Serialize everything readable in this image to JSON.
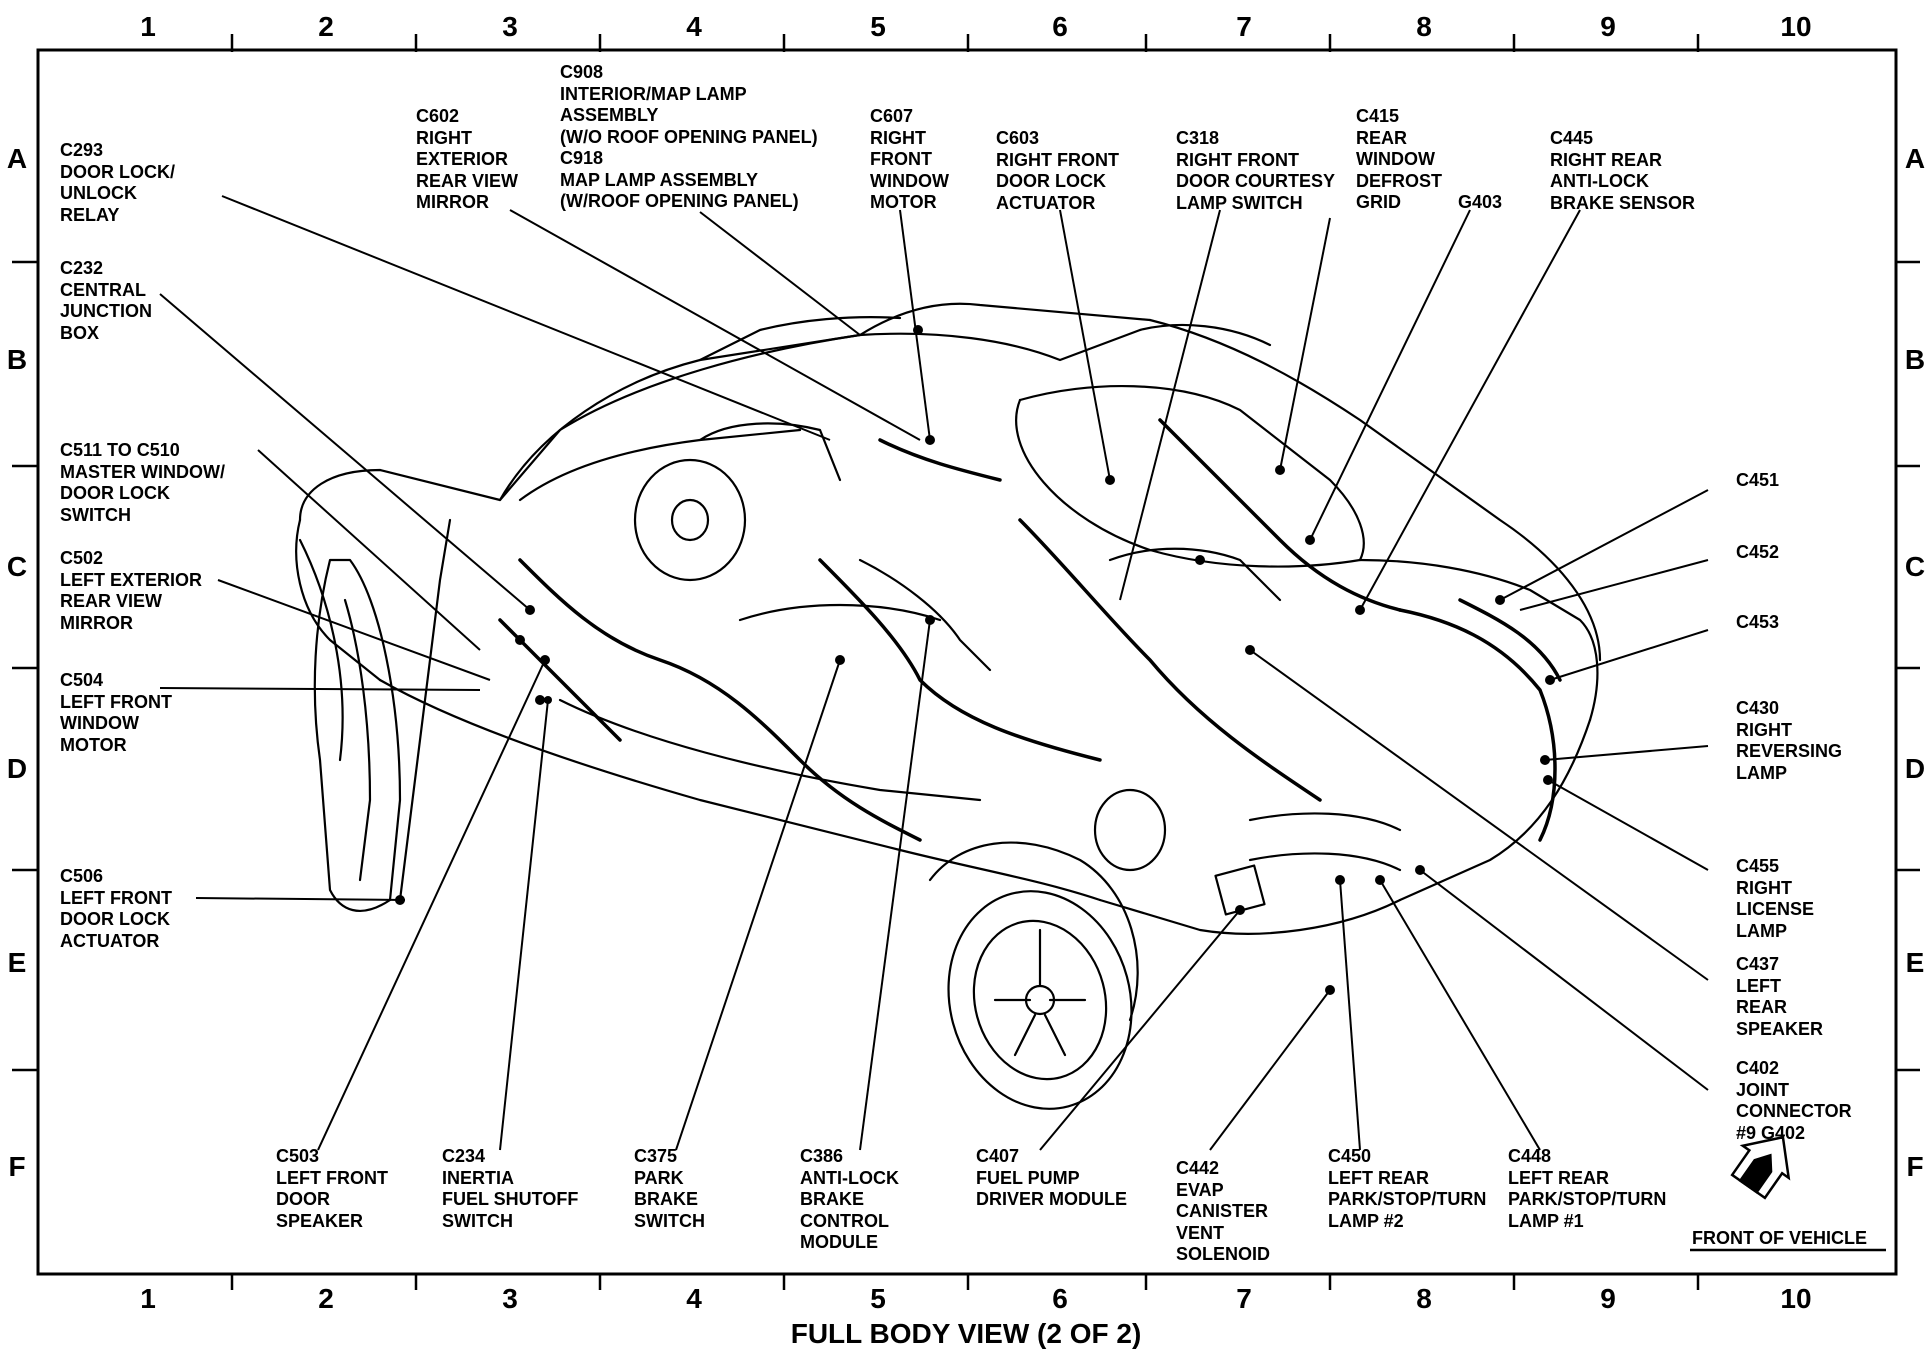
{
  "diagram": {
    "caption": "FULL BODY VIEW (2 OF 2)",
    "front_label": "FRONT OF VEHICLE",
    "column_numbers": [
      "1",
      "2",
      "3",
      "4",
      "5",
      "6",
      "7",
      "8",
      "9",
      "10"
    ],
    "row_letters": [
      "A",
      "B",
      "C",
      "D",
      "E",
      "F"
    ],
    "labels": {
      "c293": "C293\nDOOR LOCK/\nUNLOCK\nRELAY",
      "c232": "C232\nCENTRAL\nJUNCTION\nBOX",
      "c511": "C511 TO C510\nMASTER WINDOW/\nDOOR LOCK\nSWITCH",
      "c502": "C502\nLEFT EXTERIOR\nREAR VIEW\nMIRROR",
      "c504": "C504\nLEFT FRONT\nWINDOW\nMOTOR",
      "c506": "C506\nLEFT FRONT\nDOOR LOCK\nACTUATOR",
      "c602": "C602\nRIGHT\nEXTERIOR\nREAR VIEW\nMIRROR",
      "c908": "C908\nINTERIOR/MAP LAMP\nASSEMBLY\n(W/O ROOF OPENING PANEL)\nC918\nMAP LAMP ASSEMBLY\n(W/ROOF OPENING PANEL)",
      "c607": "C607\nRIGHT\nFRONT\nWINDOW\nMOTOR",
      "c603": "C603\nRIGHT FRONT\nDOOR LOCK\nACTUATOR",
      "c318": "C318\nRIGHT FRONT\nDOOR COURTESY\nLAMP SWITCH",
      "c415": "C415\nREAR\nWINDOW\nDEFROST\nGRID",
      "g403": "G403",
      "c445": "C445\nRIGHT REAR\nANTI-LOCK\nBRAKE SENSOR",
      "c451": "C451",
      "c452": "C452",
      "c453": "C453",
      "c430": "C430\nRIGHT\nREVERSING\nLAMP",
      "c455": "C455\nRIGHT\nLICENSE\nLAMP",
      "c437": "C437\nLEFT\nREAR\nSPEAKER",
      "c402": "C402\nJOINT\nCONNECTOR\n#9 G402",
      "c503": "C503\nLEFT FRONT\nDOOR\nSPEAKER",
      "c234": "C234\nINERTIA\nFUEL SHUTOFF\nSWITCH",
      "c375": "C375\nPARK\nBRAKE\nSWITCH",
      "c386": "C386\nANTI-LOCK\nBRAKE\nCONTROL\nMODULE",
      "c407": "C407\nFUEL PUMP\nDRIVER MODULE",
      "c442": "C442\nEVAP\nCANISTER\nVENT\nSOLENOID",
      "c450": "C450\nLEFT REAR\nPARK/STOP/TURN\nLAMP #2",
      "c448": "C448\nLEFT REAR\nPARK/STOP/TURN\nLAMP #1"
    }
  }
}
